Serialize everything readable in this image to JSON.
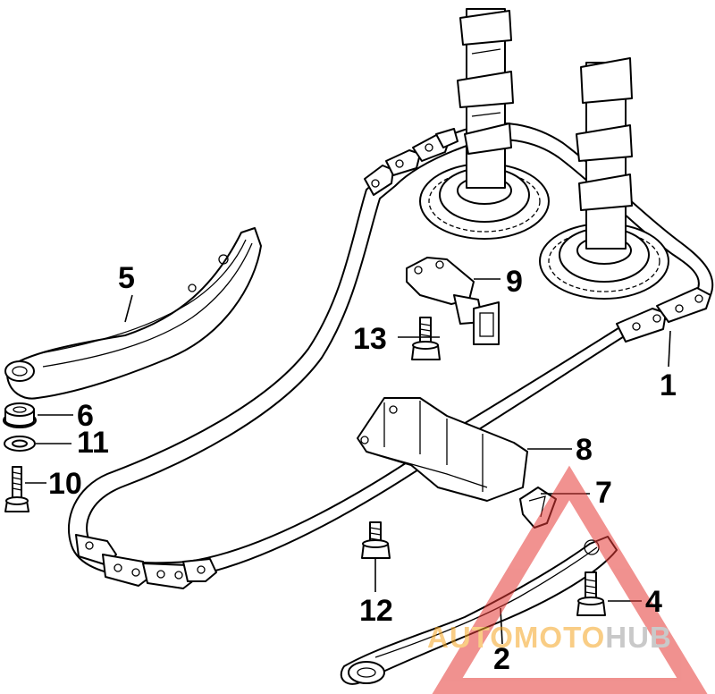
{
  "callouts": [
    {
      "id": "1",
      "label": "1"
    },
    {
      "id": "2",
      "label": "2"
    },
    {
      "id": "4",
      "label": "4"
    },
    {
      "id": "5",
      "label": "5"
    },
    {
      "id": "6",
      "label": "6"
    },
    {
      "id": "7",
      "label": "7"
    },
    {
      "id": "8",
      "label": "8"
    },
    {
      "id": "9",
      "label": "9"
    },
    {
      "id": "10",
      "label": "10"
    },
    {
      "id": "11",
      "label": "11"
    },
    {
      "id": "12",
      "label": "12"
    },
    {
      "id": "13",
      "label": "13"
    }
  ],
  "watermark": {
    "part1": "AUTO",
    "part2": "MOTO",
    "part3": "HUB",
    "colors": {
      "triangle": "#e53935",
      "auto": "#f5a623",
      "hub": "#9e9e9e"
    }
  }
}
